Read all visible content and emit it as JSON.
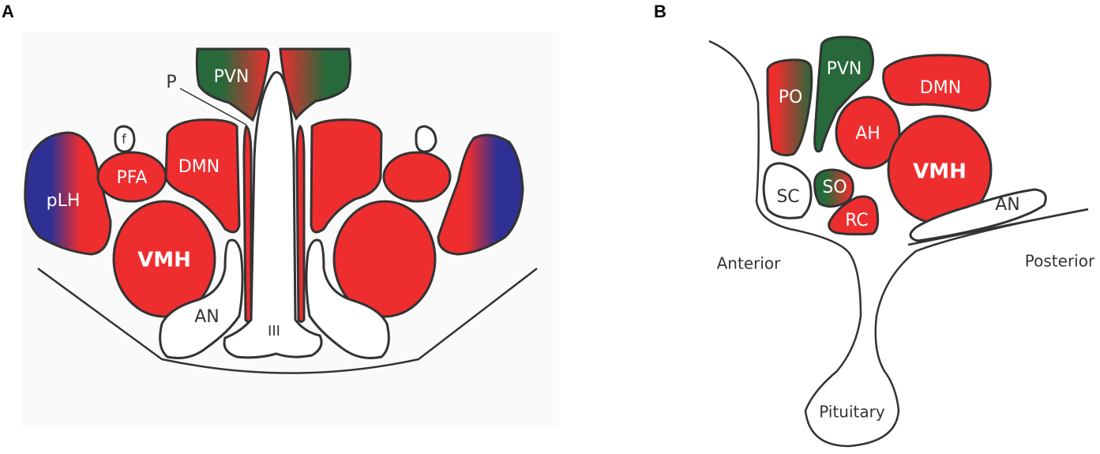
{
  "colors": {
    "red": "#ee2d2f",
    "green": "#27693a",
    "blue": "#2e3193",
    "outline": "#333333",
    "background": "#fafafa"
  },
  "panel_a": {
    "letter": "A",
    "labels": {
      "pvn": "PVN",
      "p": "P",
      "f": "f",
      "pfa": "PFA",
      "dmn": "DMN",
      "plh": "pLH",
      "vmh": "VMH",
      "an": "AN",
      "third_ventricle": "III"
    }
  },
  "panel_b": {
    "letter": "B",
    "labels": {
      "po": "PO",
      "pvn": "PVN",
      "dmn": "DMN",
      "ah": "AH",
      "vmh": "VMH",
      "sc": "SC",
      "so": "SO",
      "rc": "RC",
      "an": "AN",
      "anterior": "Anterior",
      "posterior": "Posterior",
      "pituitary": "Pituitary"
    }
  }
}
